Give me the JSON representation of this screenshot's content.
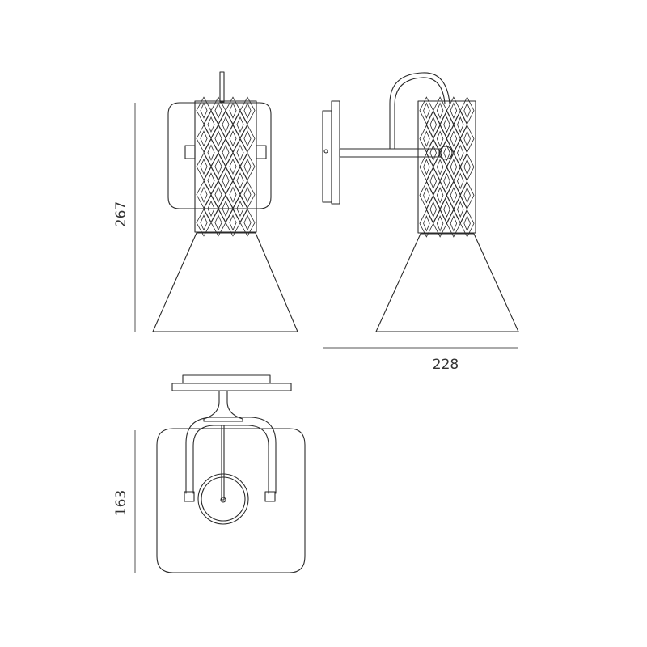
{
  "dimensions": {
    "height": "267",
    "depth": "228",
    "width": "163"
  },
  "colors": {
    "line": "#2a2a2a",
    "dimension_line": "#555555",
    "dimension_text": "#333333",
    "background": "#ffffff"
  }
}
